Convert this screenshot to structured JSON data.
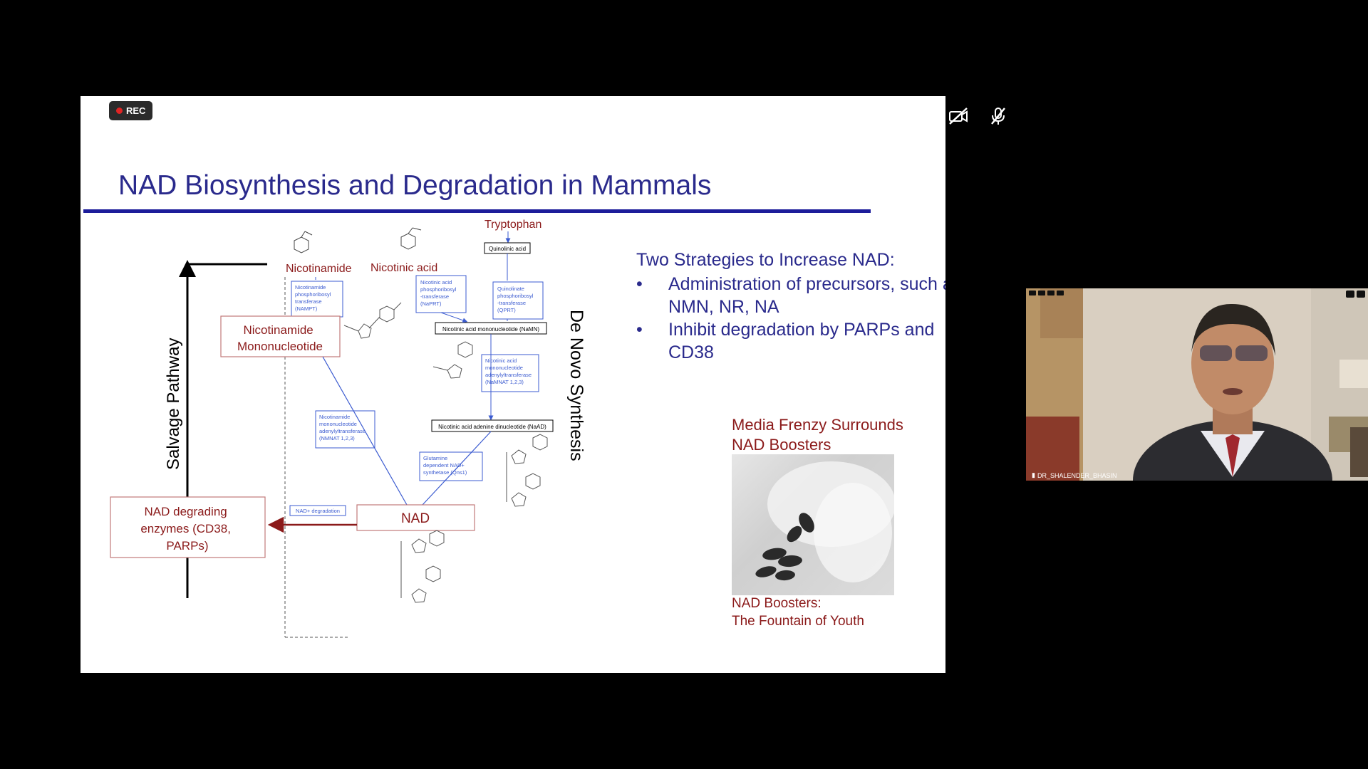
{
  "recording": {
    "label": "REC"
  },
  "slide": {
    "title": "NAD Biosynthesis and Degradation in Mammals",
    "diagram": {
      "salvage_label": "Salvage Pathway",
      "denovo_label": "De Novo Synthesis",
      "tryptophan": "Tryptophan",
      "quinolinic_acid": "Quinolinic acid",
      "nicotinamide": "Nicotinamide",
      "nicotinic_acid": "Nicotinic acid",
      "nampt": [
        "Nicotinamide",
        "phosphoribosyl",
        "transferase",
        "(NAMPT)"
      ],
      "naprt": [
        "Nicotinic acid",
        "phosphoribosyl",
        "-transferase",
        "(NaPRT)"
      ],
      "qprt": [
        "Quinolinate",
        "phosphoribosyl",
        "-transferase",
        "(QPRT)"
      ],
      "nmn": [
        "Nicotinamide",
        "Mononucleotide"
      ],
      "namn": "Nicotinic acid mononucleotide (NaMN)",
      "nmnat_na": [
        "Nicotinic acid",
        "mononucleotide",
        "adenylyltransferase",
        "(NaMNAT 1,2,3)"
      ],
      "nmnat": [
        "Nicotinamide",
        "mononucleotide",
        "adenylyltransferase",
        "(NMNAT 1,2,3)"
      ],
      "naad": "Nicotinic acid adenine dinucleotide (NaAD)",
      "qns1": [
        "Glutamine",
        "dependent NAD+",
        "synthetase (Qns1)"
      ],
      "nad": "NAD",
      "nad_degradation": "NAD+ degradation",
      "degrading": [
        "NAD degrading",
        "enzymes (CD38,",
        "PARPs)"
      ]
    },
    "strategies": {
      "heading": "Two Strategies to Increase NAD:",
      "items": [
        "Administration of precursors, such as NMN, NR, NA",
        "Inhibit degradation by PARPs and CD38"
      ]
    },
    "media": {
      "heading_line1": "Media Frenzy Surrounds",
      "heading_line2": "NAD Boosters",
      "caption_line1": "NAD Boosters:",
      "caption_line2": "The Fountain of Youth"
    }
  },
  "participant": {
    "name": "DR_SHALENDER_BHASIN"
  },
  "colors": {
    "title": "#2a2a8c",
    "rule": "#1c1c9a",
    "dark_red": "#8b1a1a",
    "box_blue": "#3b5bd0"
  }
}
